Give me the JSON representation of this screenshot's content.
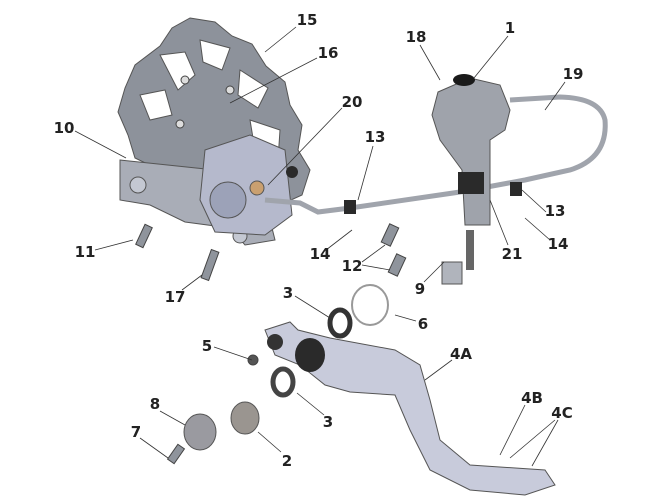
{
  "labels": [
    "15",
    "16",
    "20",
    "10",
    "18",
    "1",
    "19",
    "13",
    "13",
    "14",
    "14",
    "12",
    "21",
    "9",
    "11",
    "17",
    "3",
    "6",
    "5",
    "4A",
    "3",
    "8",
    "2",
    "7",
    "4B",
    "4C"
  ],
  "colors": {
    "part_gray": "#8d929b",
    "part_light": "#c4c8d2",
    "part_dark": "#2a2a2a",
    "line": "#333333"
  }
}
